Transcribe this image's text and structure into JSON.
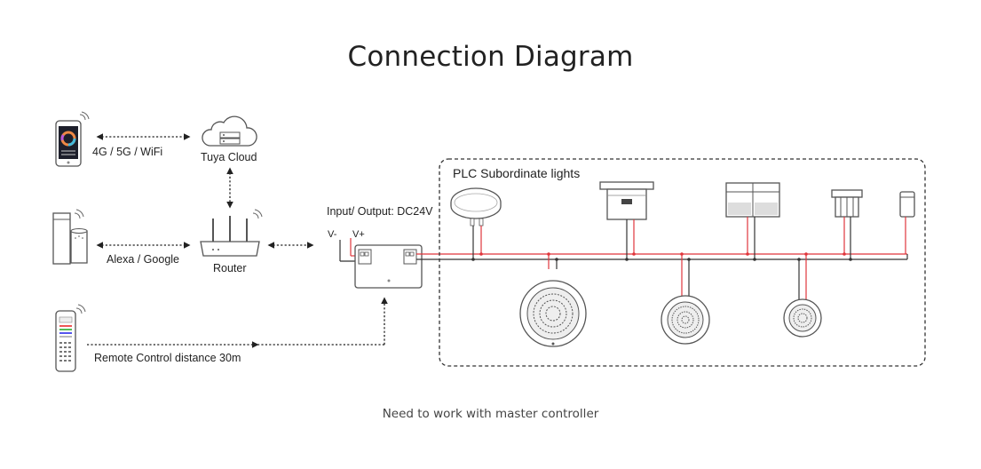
{
  "title": "Connection Diagram",
  "labels": {
    "wifi": "4G / 5G / WiFi",
    "cloud": "Tuya Cloud",
    "assistant": "Alexa / Google",
    "router": "Router",
    "remote": "Remote Control distance 30m",
    "io": "Input/ Output: DC24V",
    "v_minus": "V-",
    "v_plus": "V+",
    "plc": "PLC Subordinate lights"
  },
  "footer": "Need to work with master controller",
  "colors": {
    "wire_red": "#e0353b",
    "wire_black": "#333333",
    "outline": "#555555"
  }
}
